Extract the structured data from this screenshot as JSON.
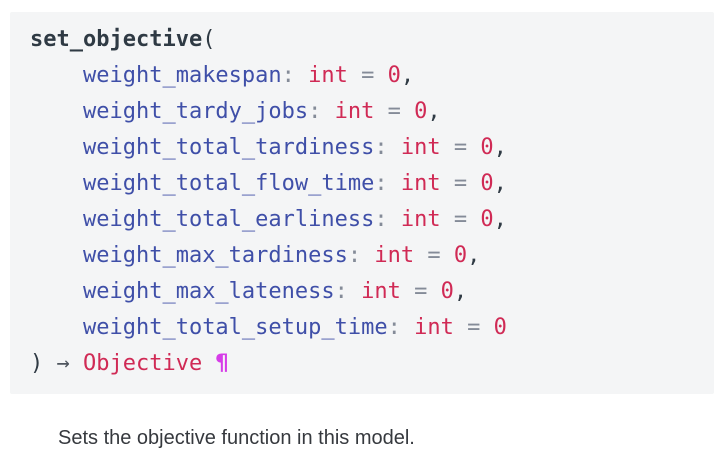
{
  "signature": {
    "function_name": "set_objective",
    "open_paren": "(",
    "close_paren": ")",
    "arrow": "→",
    "return_type": "Objective",
    "headerlink": "¶",
    "indent": "    ",
    "space": " ",
    "colon": ":",
    "equals": "=",
    "comma": ",",
    "params": [
      {
        "name": "weight_makespan",
        "type": "int",
        "default": "0"
      },
      {
        "name": "weight_tardy_jobs",
        "type": "int",
        "default": "0"
      },
      {
        "name": "weight_total_tardiness",
        "type": "int",
        "default": "0"
      },
      {
        "name": "weight_total_flow_time",
        "type": "int",
        "default": "0"
      },
      {
        "name": "weight_total_earliness",
        "type": "int",
        "default": "0"
      },
      {
        "name": "weight_max_tardiness",
        "type": "int",
        "default": "0"
      },
      {
        "name": "weight_max_lateness",
        "type": "int",
        "default": "0"
      },
      {
        "name": "weight_total_setup_time",
        "type": "int",
        "default": "0"
      }
    ]
  },
  "description": {
    "text": "Sets the objective function in this model."
  },
  "colors": {
    "code-bg": "#f4f5f6",
    "code-dark": "#2f3a44",
    "param-blue": "#3f4fa8",
    "type-red": "#d02a55",
    "punct-gray": "#848b98",
    "arrow-gray": "#4e555e",
    "headerlink-magenta": "#d63ce8",
    "body-text": "#36393e"
  }
}
